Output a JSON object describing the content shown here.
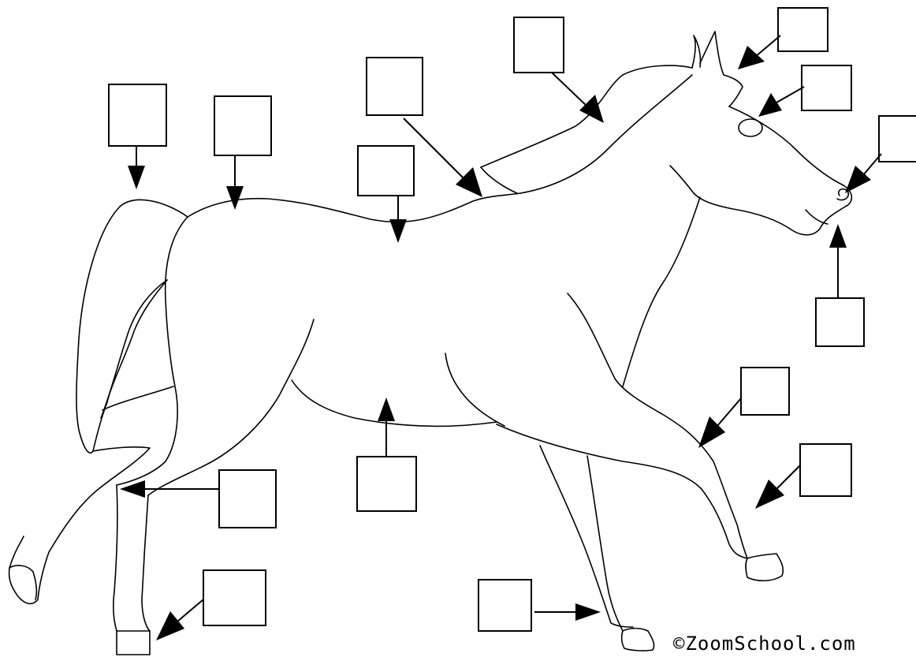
{
  "diagram": {
    "labels": [
      {
        "id": "tail",
        "answer": ""
      },
      {
        "id": "croup",
        "answer": ""
      },
      {
        "id": "back",
        "answer": ""
      },
      {
        "id": "withers",
        "answer": ""
      },
      {
        "id": "crest",
        "answer": ""
      },
      {
        "id": "ear",
        "answer": ""
      },
      {
        "id": "eye",
        "answer": ""
      },
      {
        "id": "nostril",
        "answer": ""
      },
      {
        "id": "muzzle",
        "answer": ""
      },
      {
        "id": "knee",
        "answer": ""
      },
      {
        "id": "fetlock",
        "answer": ""
      },
      {
        "id": "barrel",
        "answer": ""
      },
      {
        "id": "hock",
        "answer": ""
      },
      {
        "id": "hoof",
        "answer": ""
      },
      {
        "id": "front-hoof",
        "answer": ""
      }
    ]
  },
  "credit": "©ZoomSchool.com"
}
